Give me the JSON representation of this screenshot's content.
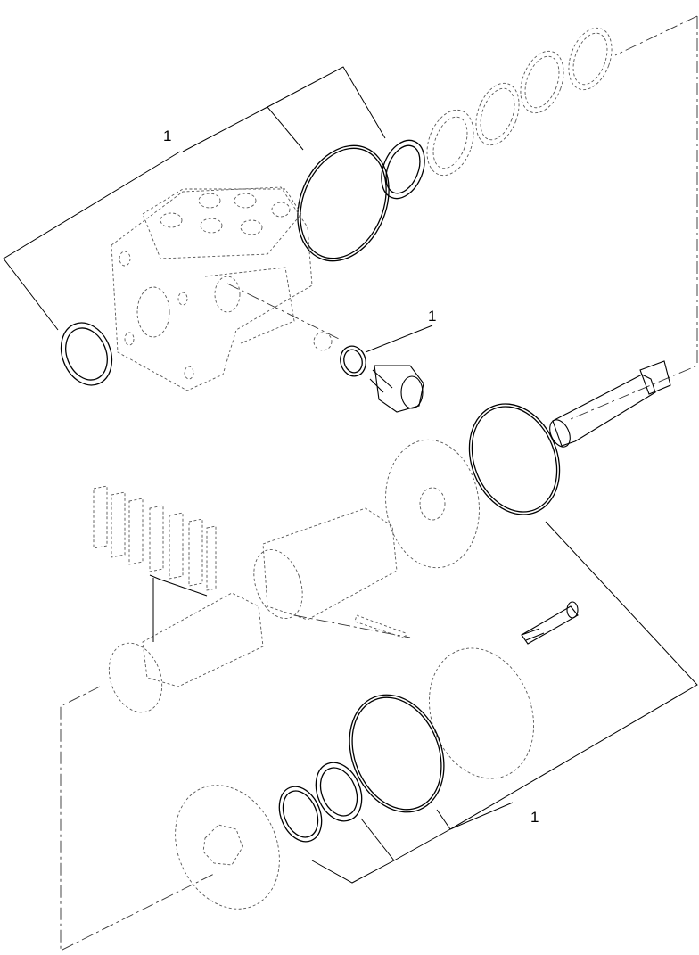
{
  "callouts": {
    "seal_kit_top": "1",
    "valve_seal": "1",
    "seal_kit_bottom": "1"
  }
}
